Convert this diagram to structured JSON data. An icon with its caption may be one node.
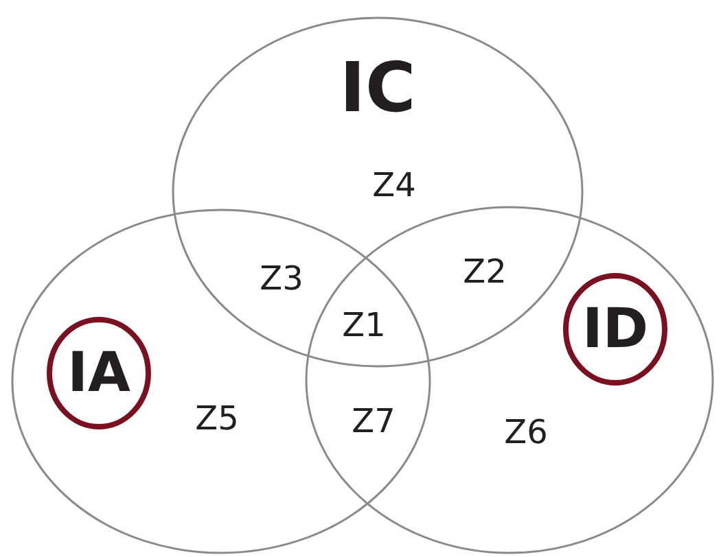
{
  "diagram": {
    "nodes": [
      {
        "text": [
          "IC"
        ]
      },
      {
        "text": [
          "IA"
        ]
      },
      {
        "text": [
          "ID"
        ]
      }
    ],
    "labels": [
      "Z4",
      "Z3",
      "Z2",
      "Z1",
      "Z5",
      "Z7",
      "Z6"
    ]
  }
}
